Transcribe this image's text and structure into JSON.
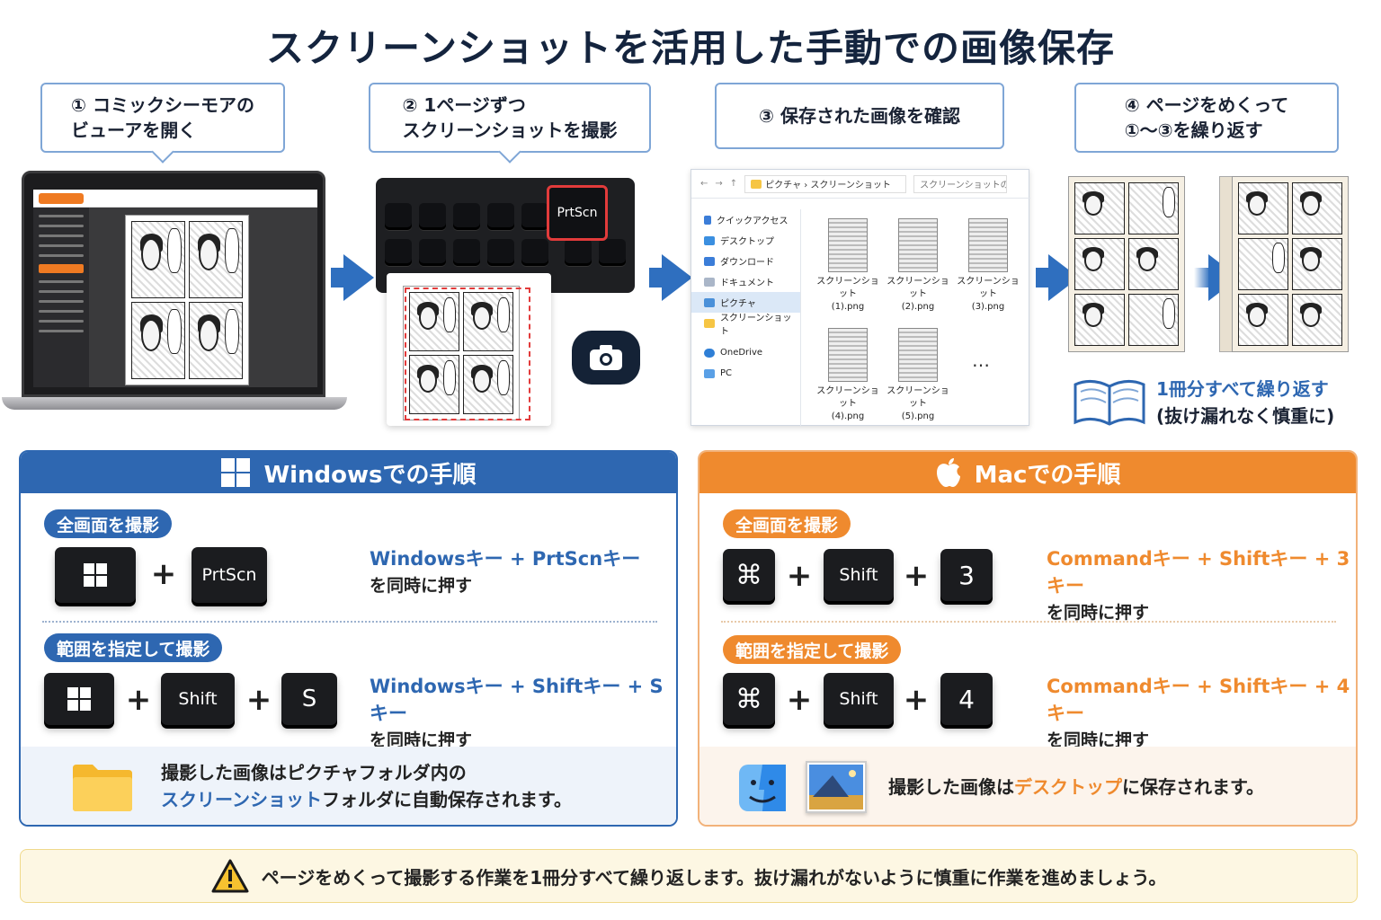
{
  "title": "スクリーンショットを活用した手動での画像保存",
  "steps": [
    {
      "label": "① コミックシーモアの\nビューアを開く"
    },
    {
      "label": "② 1ページずつ\nスクリーンショットを撮影"
    },
    {
      "label": "③ 保存された画像を確認"
    },
    {
      "label": "④ ページをめくって\n①〜③を繰り返す"
    }
  ],
  "keyboard": {
    "prtscn": "PrtScn"
  },
  "explorer": {
    "breadcrumb": "ピクチャ › スクリーンショット",
    "search_placeholder": "スクリーンショットの検索",
    "sidebar": [
      "クイックアクセス",
      "デスクトップ",
      "ダウンロード",
      "ドキュメント",
      "ピクチャ",
      "スクリーンショット",
      "OneDrive",
      "PC"
    ],
    "files": [
      "スクリーンショット\n(1).png",
      "スクリーンショット\n(2).png",
      "スクリーンショット\n(3).png",
      "スクリーンショット\n(4).png",
      "スクリーンショット\n(5).png"
    ],
    "more": "…"
  },
  "repeat_note": {
    "line1": "1冊分すべて繰り返す",
    "line2": "(抜け漏れなく慎重に)"
  },
  "windows": {
    "header": "Windowsでの手順",
    "full": {
      "tag": "全画面を撮影",
      "keys": [
        "PrtScn"
      ],
      "combo": "Windowsキー + PrtScnキー",
      "sub": "を同時に押す"
    },
    "range": {
      "tag": "範囲を指定して撮影",
      "keys": [
        "Shift",
        "S"
      ],
      "combo": "Windowsキー + Shiftキー + Sキー",
      "sub": "を同時に押す"
    },
    "note_line1": "撮影した画像はピクチャフォルダ内の",
    "note_highlight": "スクリーンショット",
    "note_line2": "フォルダに自動保存されます。",
    "color": "#2e67b1"
  },
  "mac": {
    "header": "Macでの手順",
    "full": {
      "tag": "全画面を撮影",
      "keys": [
        "⌘",
        "Shift",
        "3"
      ],
      "combo": "Commandキー + Shiftキー + 3キー",
      "sub": "を同時に押す"
    },
    "range": {
      "tag": "範囲を指定して撮影",
      "keys": [
        "⌘",
        "Shift",
        "4"
      ],
      "combo": "Commandキー + Shiftキー + 4キー",
      "sub": "を同時に押す"
    },
    "note_before": "撮影した画像は",
    "note_highlight": "デスクトップ",
    "note_after": "に保存されます。",
    "color": "#ef8a2e"
  },
  "plus": "+",
  "warning": "ページをめくって撮影する作業を1冊分すべて繰り返します。抜け漏れがないように慎重に作業を進めましょう。"
}
